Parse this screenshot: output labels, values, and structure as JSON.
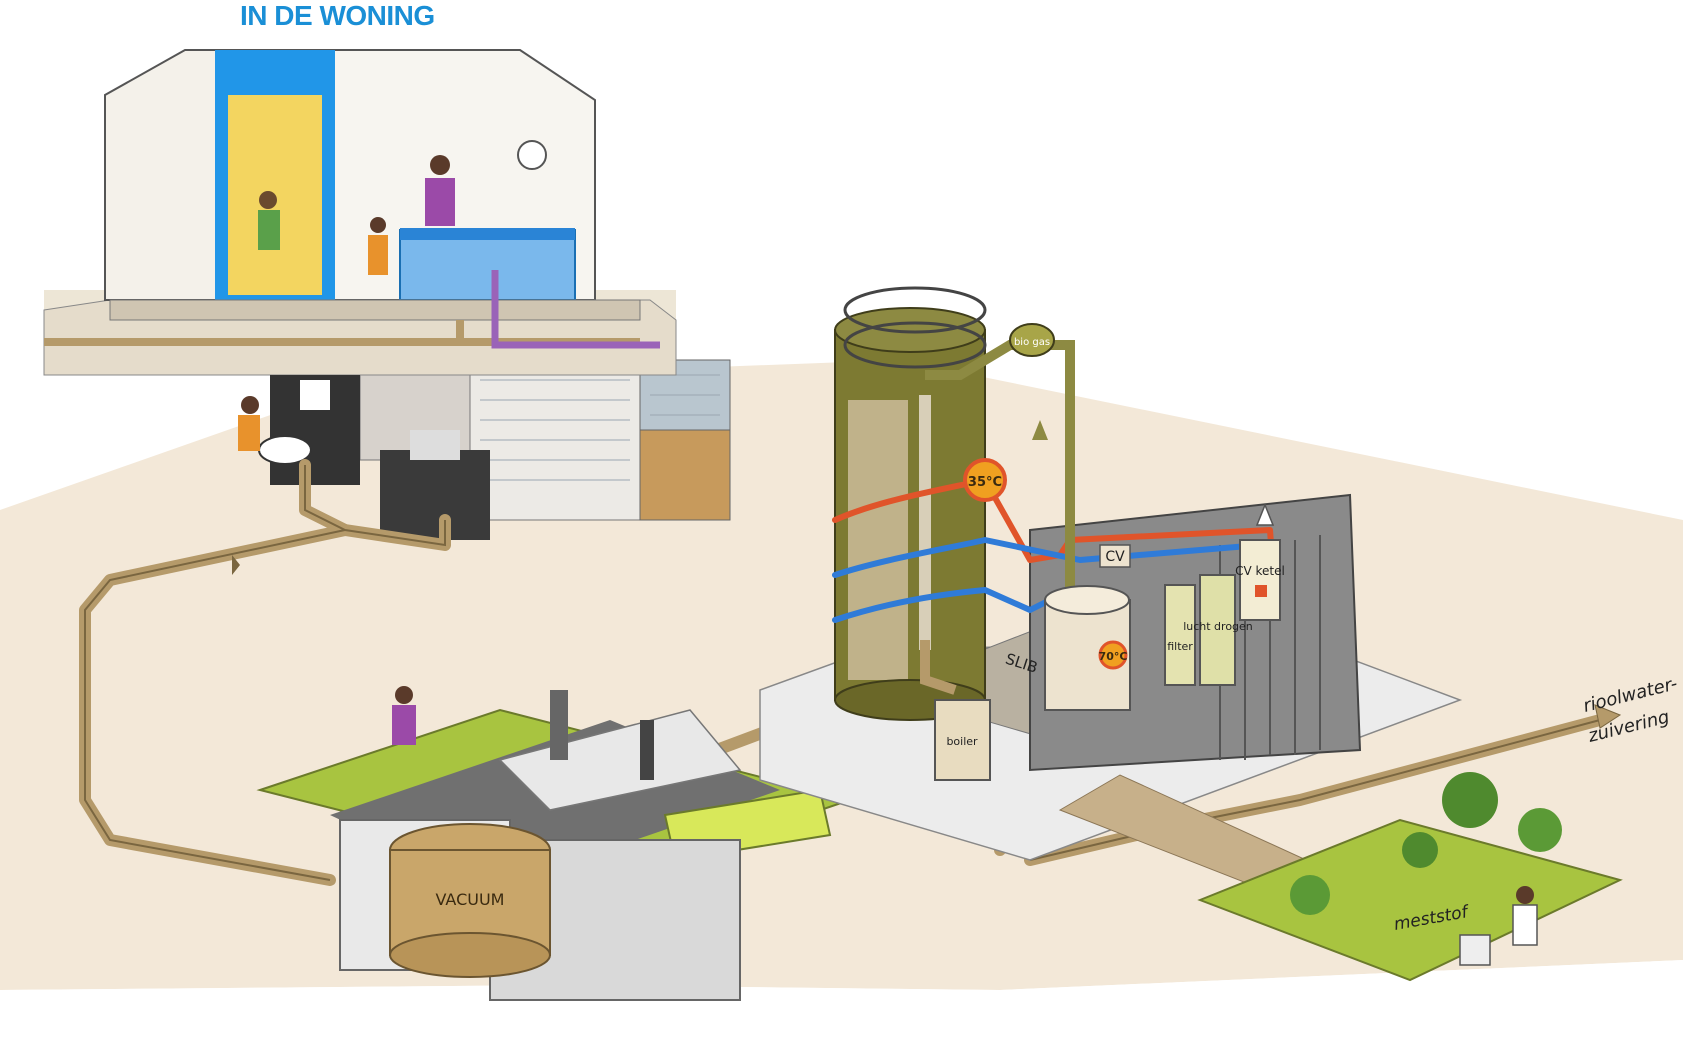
{
  "title": "IN DE WONING",
  "labels": {
    "temp_digester": "35°C",
    "biogas": "bio gas",
    "cv": "CV",
    "cv_ketel": "CV ketel",
    "slib": "SLIB",
    "temp_tank": "70°C",
    "filter": "filter",
    "lucht_drogen": "lucht drogen",
    "boiler": "boiler",
    "vacuum": "VACUUM",
    "rioolwater": "rioolwater-",
    "zuivering": "zuivering",
    "meststof": "meststof"
  },
  "colors": {
    "title_blue": "#1a8fd6",
    "pipe_brown": "#b59a6a",
    "heat_red": "#e0542a",
    "cold_blue": "#2f7bd8",
    "digester_olive": "#7d7a32",
    "grass_green": "#a8c440",
    "ground_beige": "#f3e8d8",
    "house_blue": "#2196e8"
  }
}
